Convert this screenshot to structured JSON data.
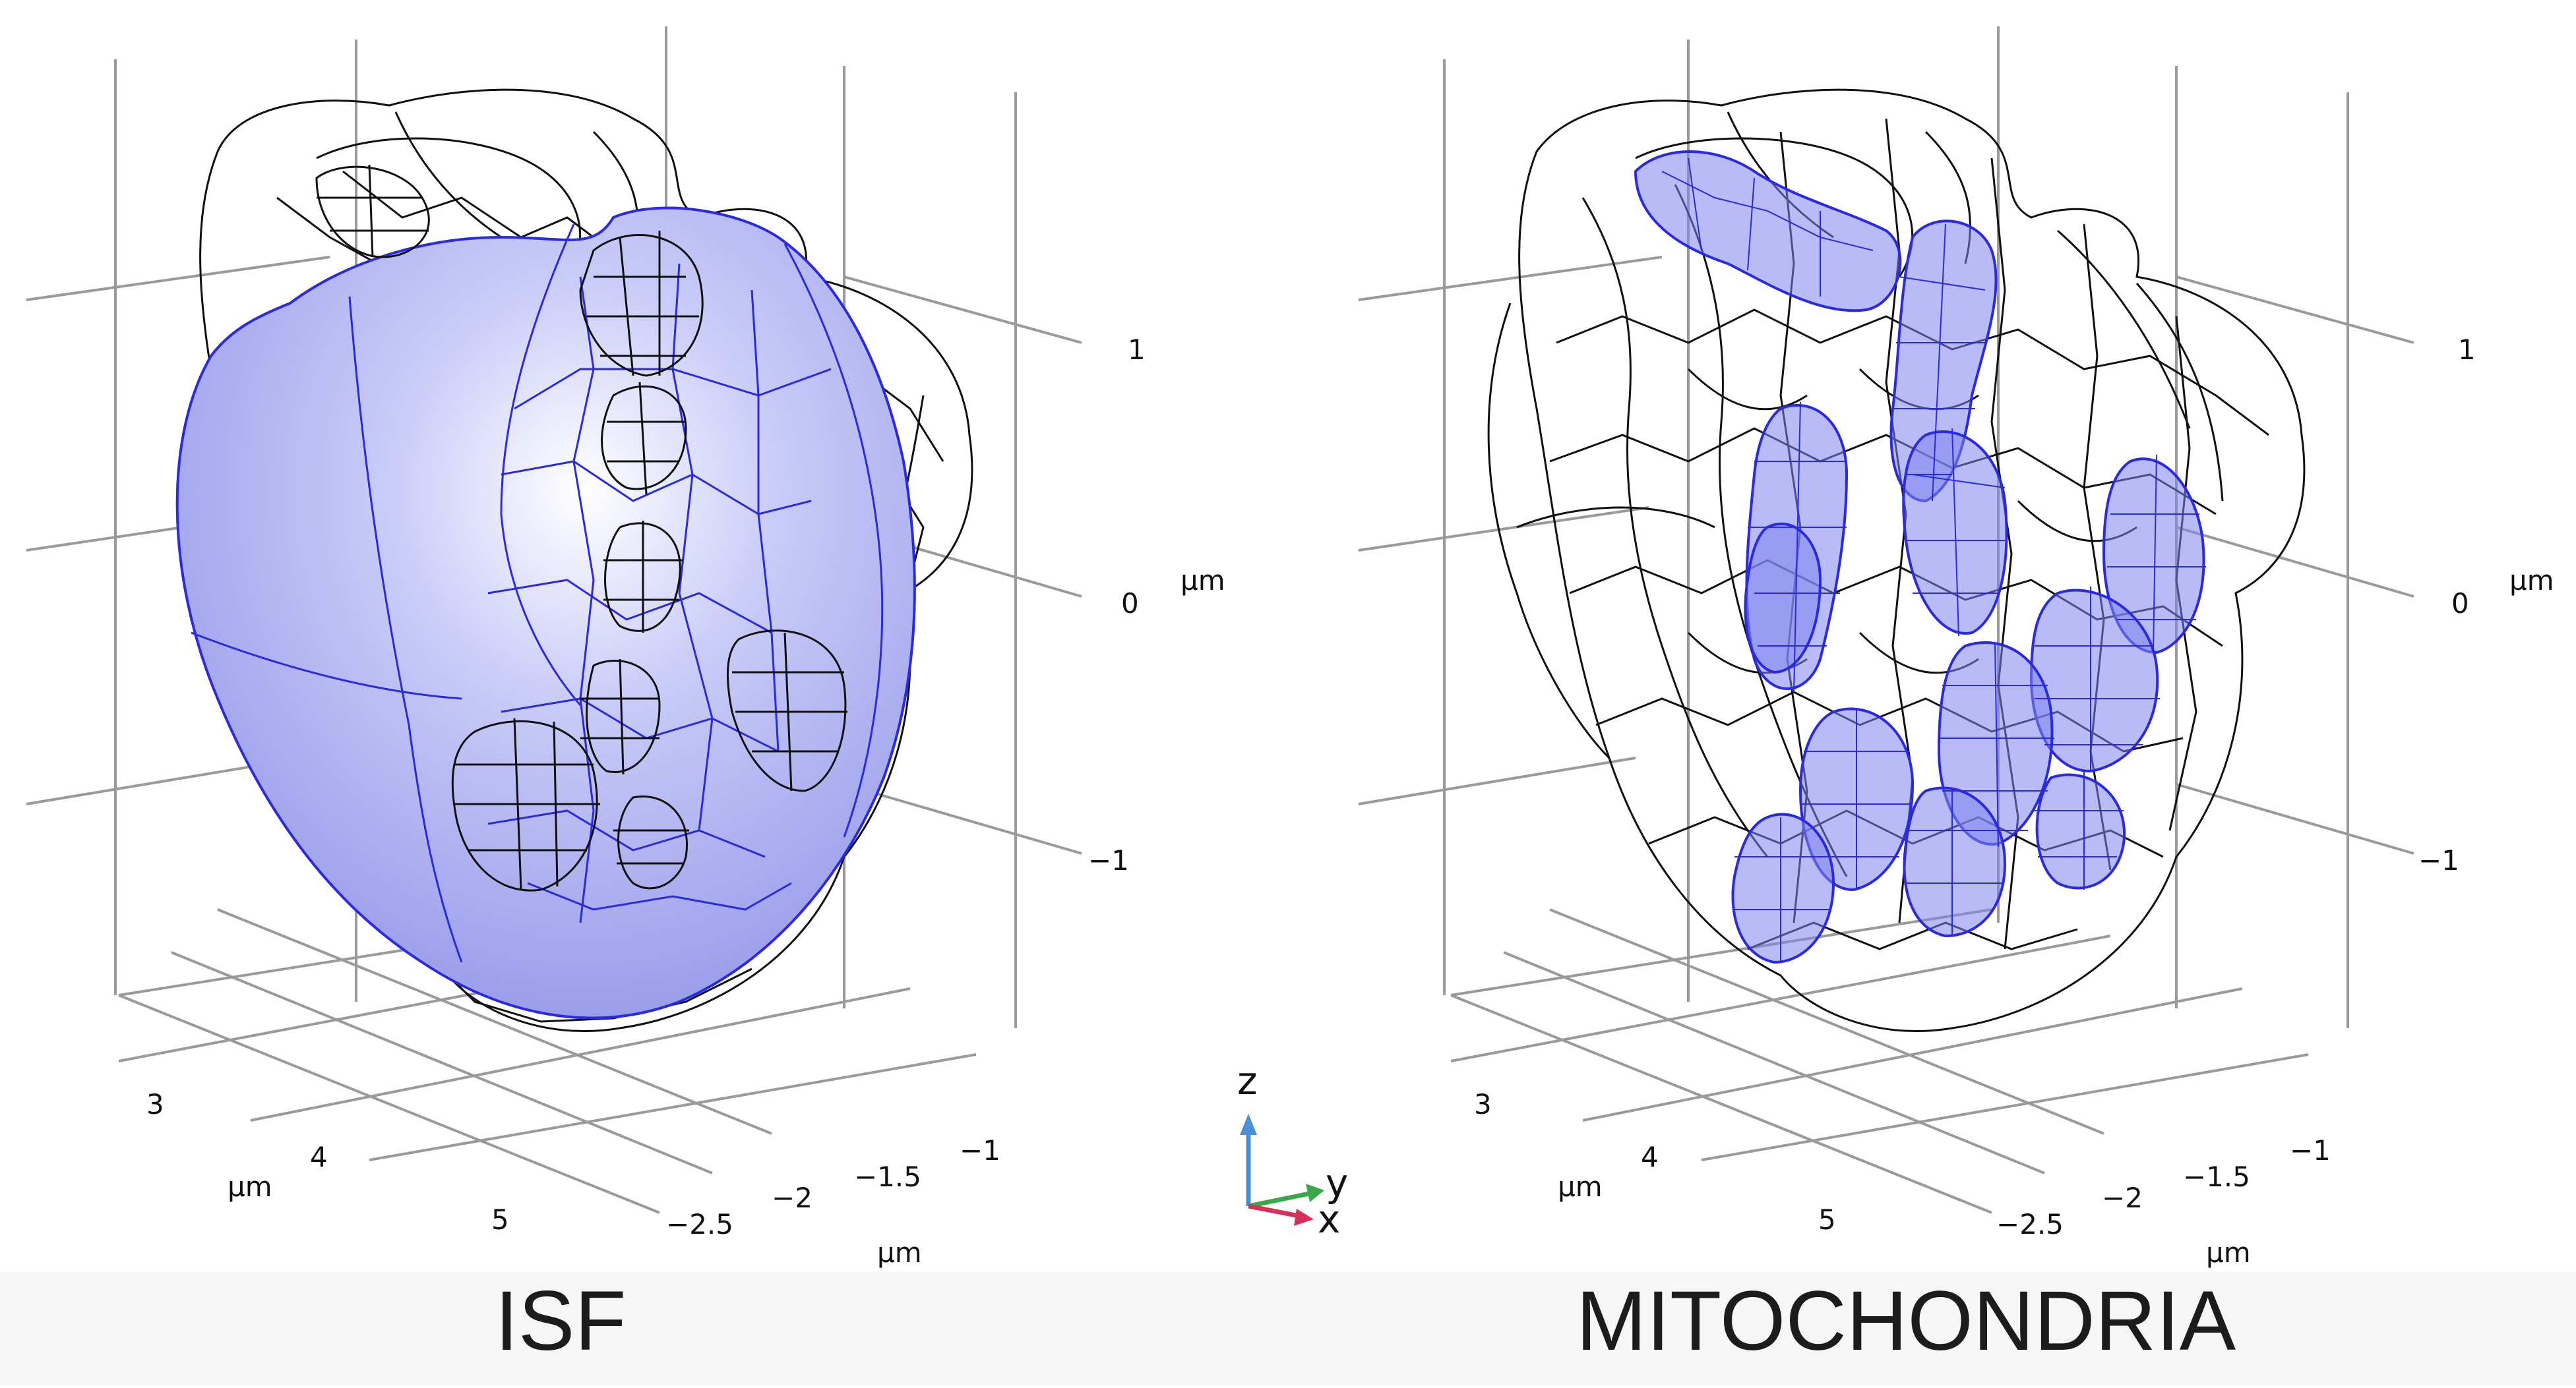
{
  "panels": [
    {
      "caption": "ISF",
      "highlight_structure": "interstitial fluid volume",
      "z_ticks": [
        "1",
        "0",
        "−1"
      ],
      "z_unit": "μm",
      "depth_ticks": [
        "3",
        "4",
        "5"
      ],
      "depth_unit": "μm",
      "width_ticks": [
        "−1",
        "−1.5",
        "−2",
        "−2.5"
      ],
      "width_unit": "μm"
    },
    {
      "caption": "MITOCHONDRIA",
      "highlight_structure": "mitochondria",
      "z_ticks": [
        "1",
        "0",
        "−1"
      ],
      "z_unit": "μm",
      "depth_ticks": [
        "3",
        "4",
        "5"
      ],
      "depth_unit": "μm",
      "width_ticks": [
        "−1",
        "−1.5",
        "−2",
        "−2.5"
      ],
      "width_unit": "μm"
    }
  ],
  "orientation_triad": {
    "z_label": "z",
    "y_label": "y",
    "x_label": "x",
    "z_color": "#4a8fd8",
    "y_color": "#3aa84a",
    "x_color": "#d62f5a"
  },
  "colors": {
    "wireframe": "#111111",
    "highlight_fill": "#b4b7f4",
    "highlight_edge": "#2a2ae0",
    "grid": "#9a9a9a",
    "caption_band": "#f6f6f6"
  }
}
